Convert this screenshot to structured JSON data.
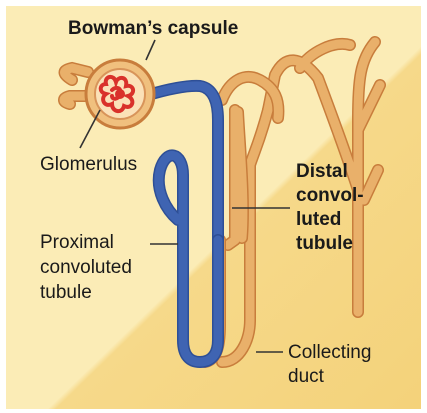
{
  "labels": {
    "bowmans_capsule": "Bowman’s capsule",
    "glomerulus": "Glomerulus",
    "distal": [
      "Distal",
      "convol-",
      "luted",
      "tubule"
    ],
    "proximal": [
      "Proximal",
      "convoluted",
      "tubule"
    ],
    "collecting": [
      "Collecting",
      "duct"
    ]
  },
  "colors": {
    "background_light": "#fbecb6",
    "background_dark": "#f6d98a",
    "tubule_orange": "#e9b06a",
    "tubule_outline": "#c87d3c",
    "proximal_blue": "#3f64b2",
    "glomerulus_red": "#d9312b",
    "capsule_fill": "#f0c07e",
    "leader_line": "#333333"
  }
}
